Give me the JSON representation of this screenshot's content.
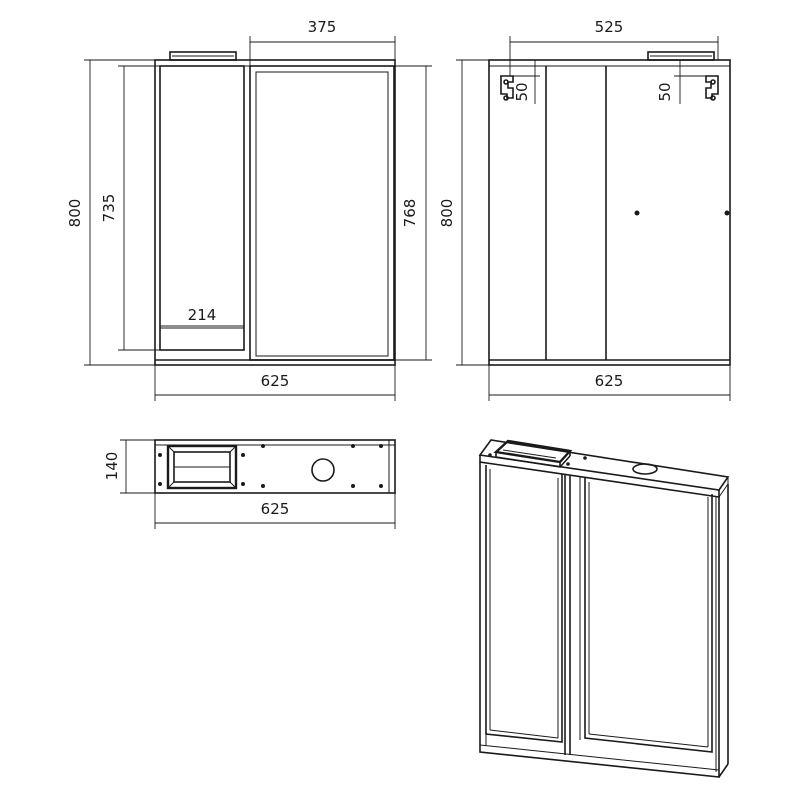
{
  "colors": {
    "line": "#1a1a1a",
    "background": "#ffffff"
  },
  "front_view": {
    "height_overall": "800",
    "height_inner": "735",
    "height_door": "768",
    "width_door": "375",
    "width_shelf": "214",
    "width_overall": "625"
  },
  "back_view": {
    "height_overall": "800",
    "width_mount": "525",
    "offset_left": "50",
    "offset_right": "50",
    "width_overall": "625"
  },
  "top_view": {
    "depth": "140",
    "width_overall": "625"
  }
}
